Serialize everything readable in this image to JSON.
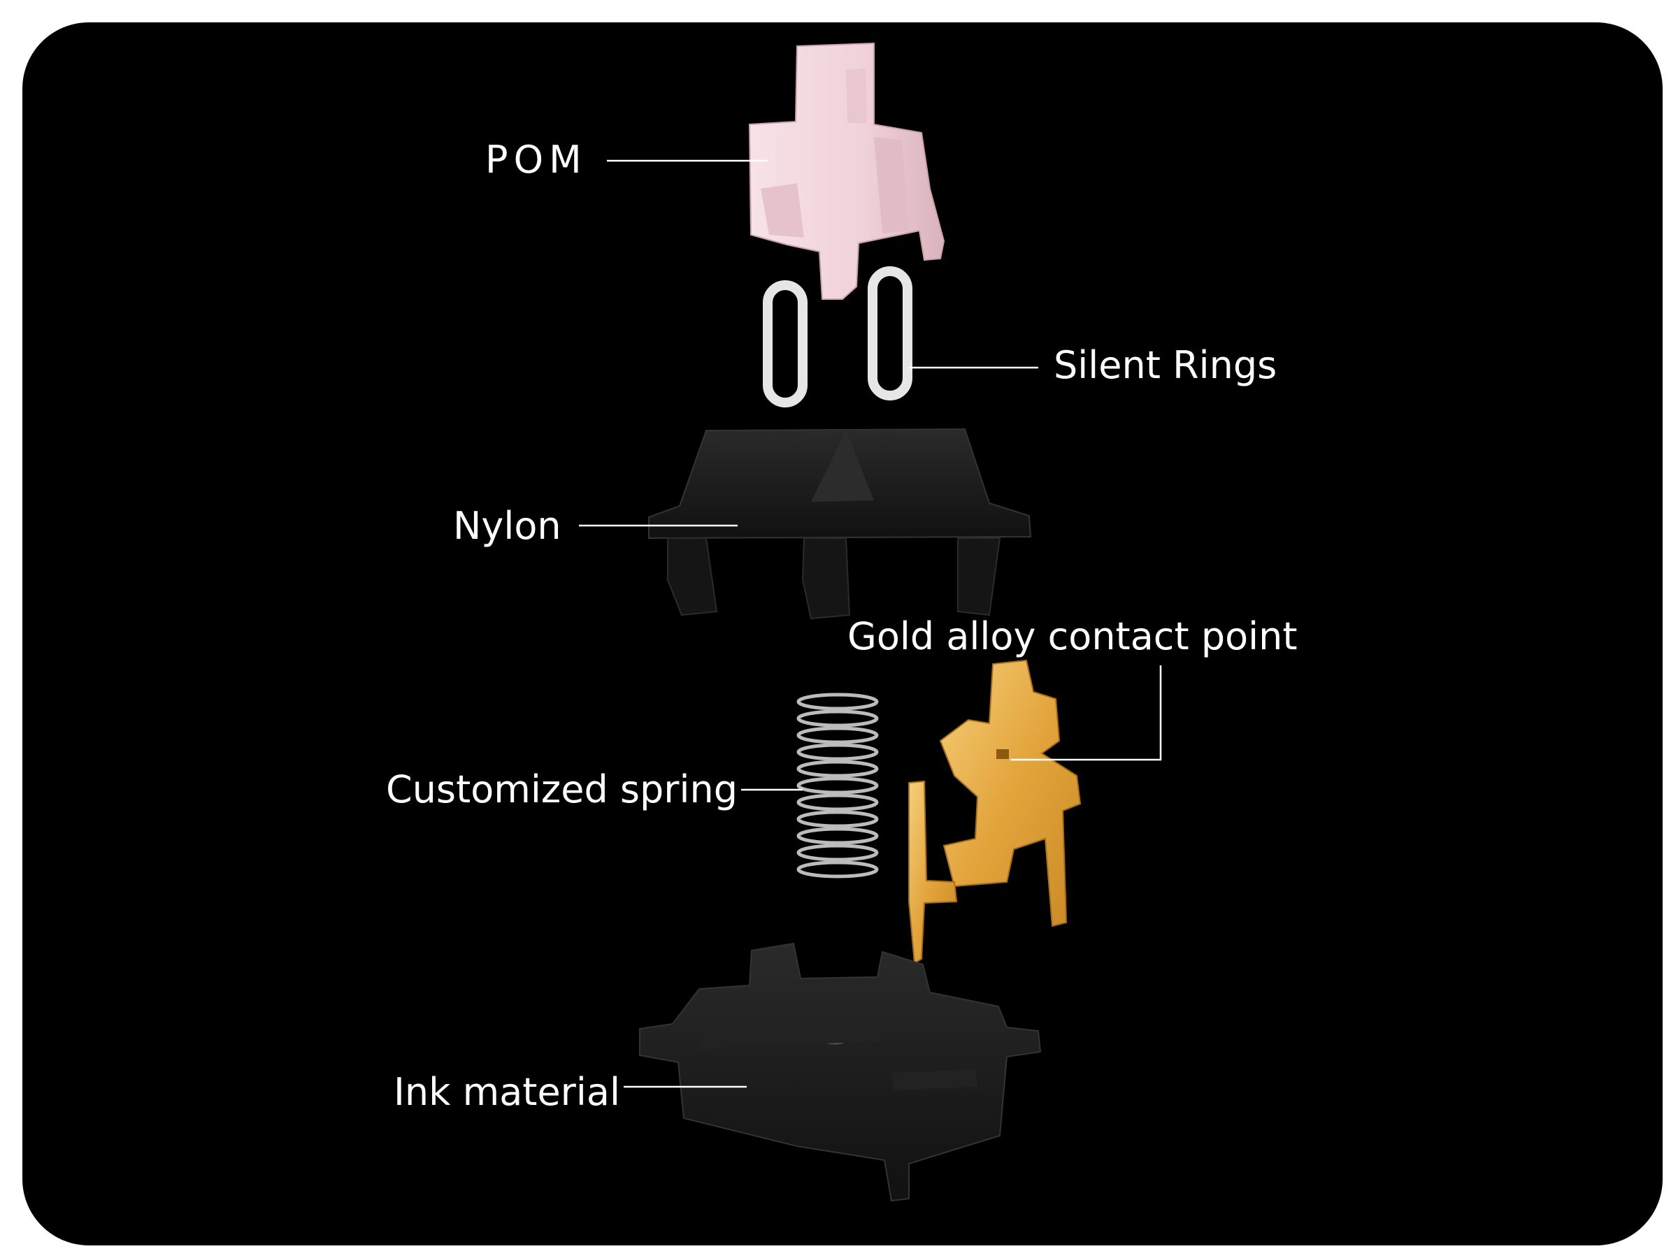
{
  "colors": {
    "background": "#000000",
    "frame": "#ffffff",
    "label_text": "#ffffff",
    "leader_line": "#ffffff",
    "stem": "#f3d6dc",
    "ring": "#e6e6e6",
    "housing": "#1b1b1b",
    "gold": "#e0a43a",
    "spring": "#b9b9b9"
  },
  "labels": {
    "pom": "POM",
    "silent_rings": "Silent Rings",
    "nylon": "Nylon",
    "gold_contact": "Gold alloy contact point",
    "spring": "Customized spring",
    "ink": "Ink material"
  }
}
